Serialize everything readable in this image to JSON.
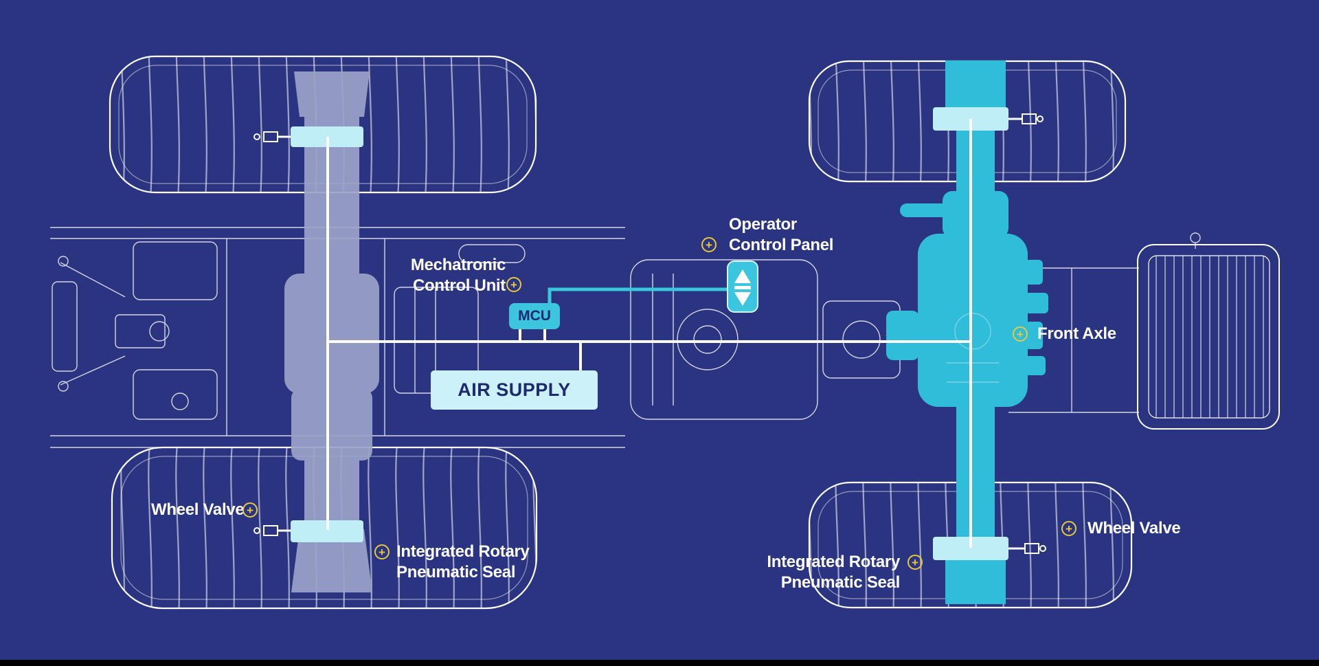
{
  "title": "Central Tire Inflation System Diagram",
  "colors": {
    "background": "#2a3480",
    "line_art": "#ffffff",
    "highlight_cyan": "#2fbdd9",
    "control_cyan": "#3cc5df",
    "pale_cyan": "#cdf1f9",
    "hub_cyan": "#bfeef7",
    "rear_axle_gray": "#9ba3c9",
    "accent_yellow": "#e8c93c",
    "text_dark_navy": "#1d2a6d",
    "label_text": "#ffffff"
  },
  "glyphs": {
    "plus": "+"
  },
  "components": {
    "mcu": "MCU",
    "air_supply": "AIR SUPPLY"
  },
  "callouts": {
    "mechatronic": {
      "line1": "Mechatronic",
      "line2": "Control Unit"
    },
    "operator": {
      "line1": "Operator",
      "line2": "Control Panel"
    },
    "front_axle": {
      "text": "Front Axle"
    },
    "wheel_valve_left": {
      "text": "Wheel Valve"
    },
    "wheel_valve_right": {
      "text": "Wheel Valve"
    },
    "seal_left": {
      "line1": "Integrated Rotary",
      "line2": "Pneumatic Seal"
    },
    "seal_right": {
      "line1": "Integrated Rotary",
      "line2": "Pneumatic Seal"
    }
  }
}
